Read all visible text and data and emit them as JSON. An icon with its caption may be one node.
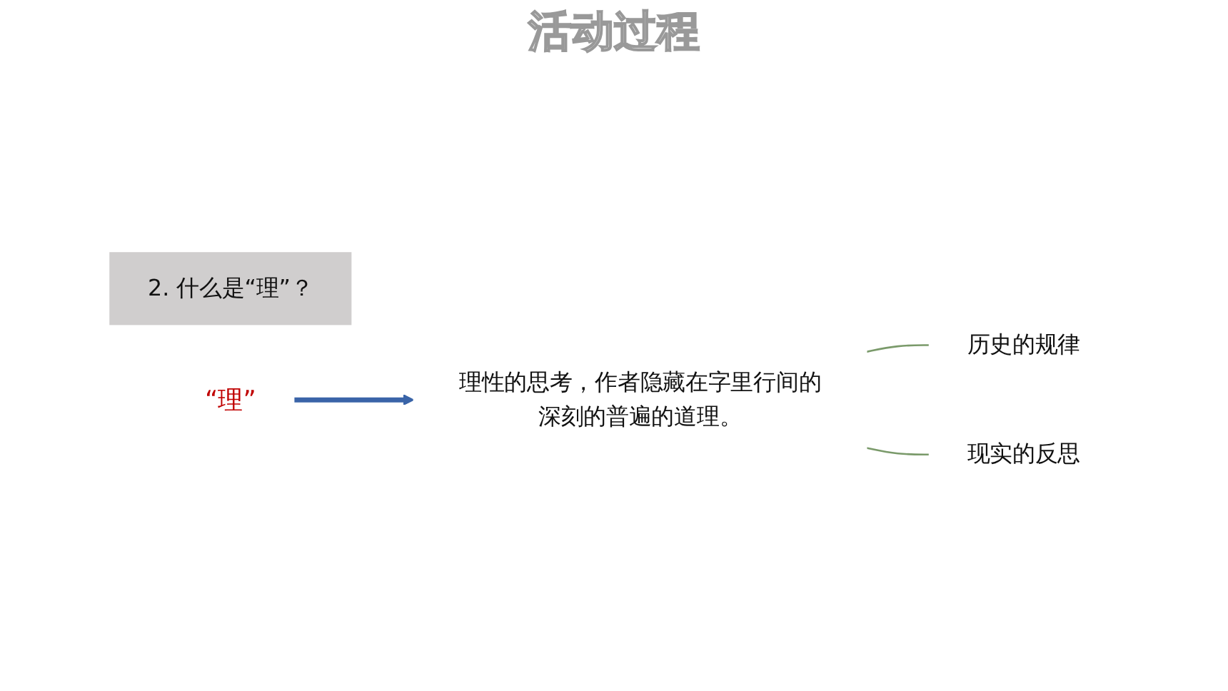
{
  "diagram": {
    "title": "活动过程",
    "nodes": [
      {
        "text": [
          "2. 什么是“理”？"
        ]
      },
      {
        "text": [
          "“理”"
        ]
      },
      {
        "text": [
          "理性的思考，作者隐藏在字里行间的深刻的普遍的道理。"
        ]
      },
      {
        "text": [
          "历史的规律"
        ]
      },
      {
        "text": [
          "现实的反思"
        ]
      }
    ],
    "edges": [
      {
        "from": 1,
        "to": 2,
        "arrow": "to",
        "style": "thick",
        "color": "#3a64a8"
      },
      {
        "from": 2,
        "to": 3,
        "arrow": "none"
      },
      {
        "from": 2,
        "to": 4,
        "arrow": "none"
      }
    ]
  }
}
